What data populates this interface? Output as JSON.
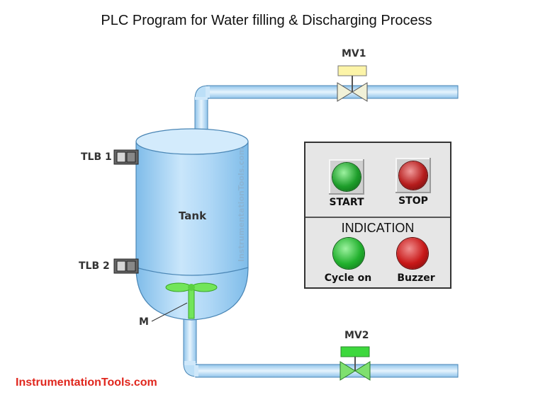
{
  "title": "PLC Program for Water filling & Discharging Process",
  "tank_label": "Tank",
  "tank_watermark": "InstrumentationTools.com",
  "valves": {
    "mv1": "MV1",
    "mv2": "MV2"
  },
  "sensors": {
    "tlb1": "TLB 1",
    "tlb2": "TLB 2"
  },
  "motor_label": "M",
  "panel": {
    "start": "START",
    "stop": "STOP",
    "indication": "INDICATION",
    "cycle_on": "Cycle on",
    "buzzer": "Buzzer"
  },
  "footer": "InstrumentationTools.com",
  "colors": {
    "pipe": "#bcdff7",
    "tank": "#a9d6f7",
    "agitator": "#72e55a",
    "mv1_actuator": "#fcf4a8",
    "mv2_actuator": "#3dd83d",
    "start_lamp": "#1e9e2b",
    "stop_lamp": "#b61d1d",
    "cycle_lamp": "#22b12e",
    "buzzer_lamp": "#c81818"
  }
}
